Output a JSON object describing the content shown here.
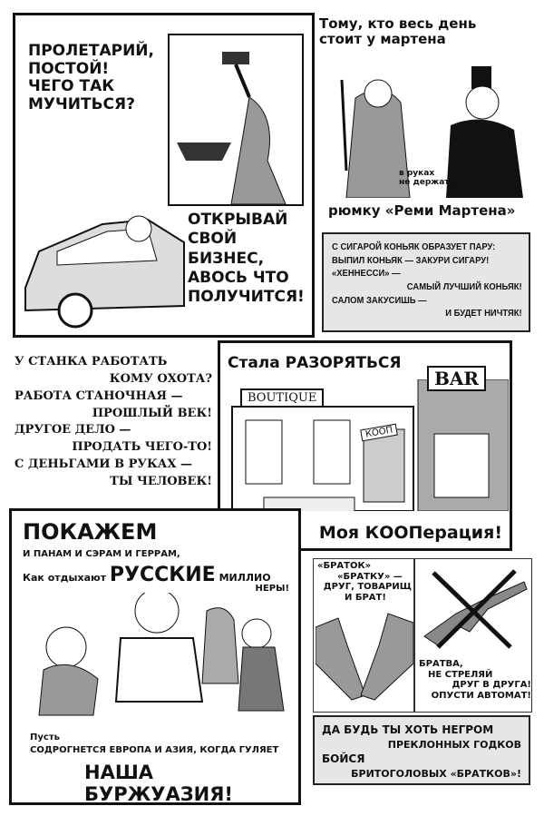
{
  "panel1": {
    "top_text": [
      "Пролетарий,",
      "постой!",
      "Чего так",
      "мучиться?"
    ],
    "bottom_text": [
      "Открывай",
      "свой",
      "бизнес,",
      "авось что",
      "получится!"
    ]
  },
  "panel2": {
    "title": [
      "Тому, кто весь день",
      "стоит у мартена"
    ],
    "caption_small": [
      "в руках",
      "не держать"
    ],
    "caption": "рюмку «Реми Мартена»"
  },
  "panel3": {
    "lines": [
      "С сигарой коньяк образует пару:",
      "Выпил коньяк — закури сигару!",
      "«Хеннесси» —",
      "самый лучший коньяк!",
      "Салом закусишь —",
      "и будет НИЧТЯК!"
    ]
  },
  "panel4": {
    "lines": [
      "У станка работать",
      "кому охота?",
      "Работа станочная —",
      "прошлый век!",
      "Другое дело —",
      "продать чего-то!",
      "С деньгами в руках —",
      "ты человек!"
    ]
  },
  "panel5": {
    "title_a": "Стала",
    "title_b": "РАЗОРЯТЬСЯ",
    "sign_boutique": "BOUTIQUE",
    "sign_bar": "BAR",
    "sign_koop": "КООП",
    "caption": "Моя КООПерация!"
  },
  "panel6": {
    "big": "ПОКАЖЕМ",
    "line2": "и панам и сэрам и геррам,",
    "line3a": "Как отдыхают",
    "line3b": "РУССКИЕ",
    "line3c": "миллио",
    "line3d": "неры!",
    "bottom1": "Пусть",
    "bottom2": "содрогнется Европа и Азия, когда гуляет",
    "bottom3": "НАША БУРЖУАЗИЯ!"
  },
  "panel7": {
    "lines": [
      "«Браток»",
      "«братку» —",
      "друг, товарищ",
      "и брат!"
    ]
  },
  "panel8": {
    "lines": [
      "Братва,",
      "не стреляй",
      "друг в друга!",
      "Опусти автомат!"
    ]
  },
  "panel9": {
    "lines": [
      "Да будь ты ХОТЬ НЕГРОМ",
      "преклонных годков",
      "БОЙСЯ",
      "бритоголовых «братков»!"
    ]
  }
}
